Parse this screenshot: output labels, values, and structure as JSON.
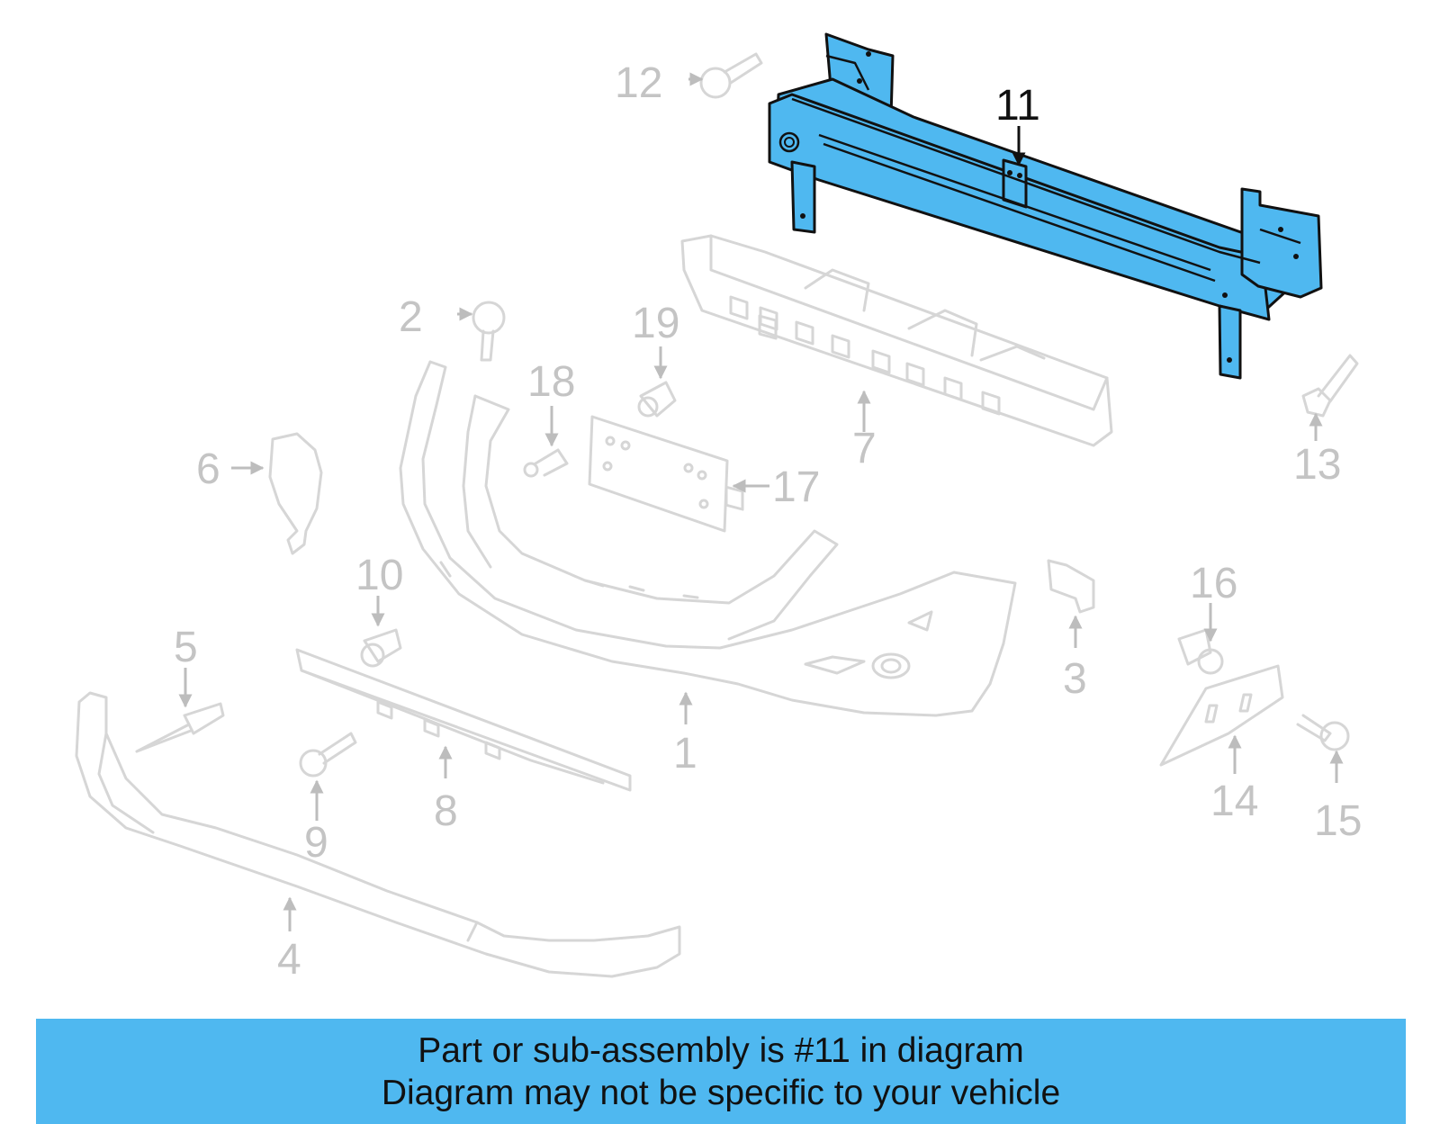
{
  "callouts": {
    "c1": "1",
    "c2": "2",
    "c3": "3",
    "c4": "4",
    "c5": "5",
    "c6": "6",
    "c7": "7",
    "c8": "8",
    "c9": "9",
    "c10": "10",
    "c11": "11",
    "c12": "12",
    "c13": "13",
    "c14": "14",
    "c15": "15",
    "c16": "16",
    "c17": "17",
    "c18": "18",
    "c19": "19"
  },
  "highlighted_part": "11",
  "banner": {
    "line1": "Part or sub-assembly is #11 in diagram",
    "line2": "Diagram may not be specific to your vehicle"
  },
  "colors": {
    "highlight": "#4fb8f0",
    "banner_bg": "#4fb8f0",
    "faded_part": "#d6d6d6"
  }
}
